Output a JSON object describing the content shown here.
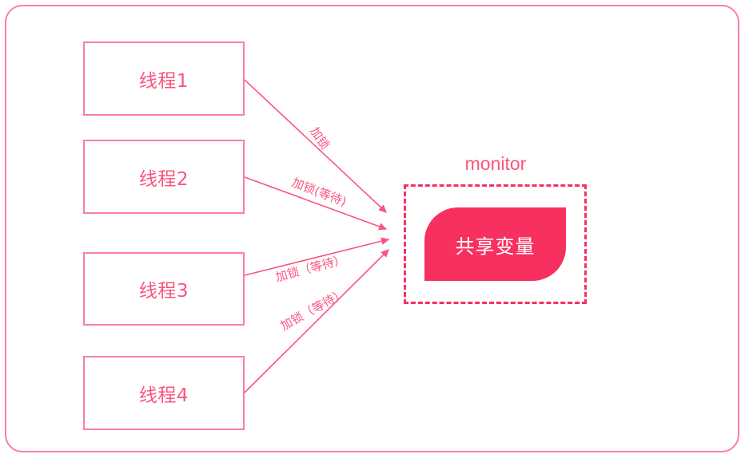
{
  "diagram": {
    "title_semantics": "java-synchronized-monitor-diagram",
    "colors": {
      "accent": "#f8305f",
      "line": "#fa7fa0",
      "text": "#f9557f",
      "inverse_text": "#ffffff",
      "background": "#ffffff"
    },
    "threads": [
      {
        "label": "线程1"
      },
      {
        "label": "线程2"
      },
      {
        "label": "线程3"
      },
      {
        "label": "线程4"
      }
    ],
    "arrow_labels": [
      {
        "text": "加锁"
      },
      {
        "text": "加锁(等待)"
      },
      {
        "text": "加锁（等待）"
      },
      {
        "text": "加锁（等待）"
      }
    ],
    "monitor": {
      "label": "monitor",
      "shared_variable": "共享变量"
    }
  }
}
